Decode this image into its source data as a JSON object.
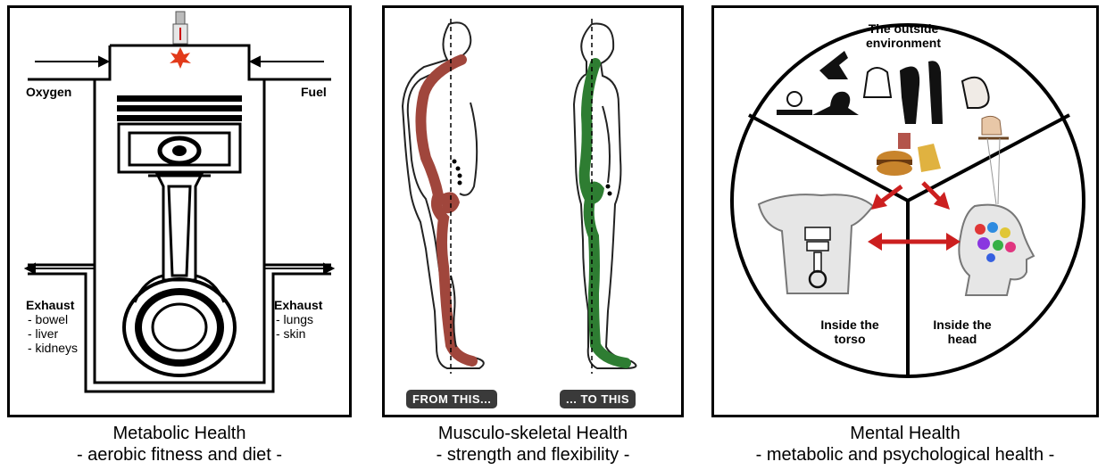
{
  "panels": [
    {
      "labels": {
        "oxygen": "Oxygen",
        "fuel": "Fuel",
        "exhaust_left": "Exhaust",
        "exhaust_left_items": [
          "- bowel",
          "- liver",
          "- kidneys"
        ],
        "exhaust_right": "Exhaust",
        "exhaust_right_items": [
          "- lungs",
          "- skin"
        ]
      },
      "caption": [
        "Metabolic Health",
        "- aerobic fitness and diet -"
      ]
    },
    {
      "labels": {
        "from": "FROM THIS...",
        "to": "... TO THIS"
      },
      "caption": [
        "Musculo-skeletal Health",
        "- strength and flexibility -"
      ]
    },
    {
      "labels": {
        "outside_1": "The outside",
        "outside_2": "environment",
        "torso_1": "Inside the",
        "torso_2": "torso",
        "head_1": "Inside the",
        "head_2": "head"
      },
      "caption": [
        "Mental Health",
        "- metabolic and psychological health -"
      ]
    }
  ],
  "colors": {
    "bad_spine": "#a0463c",
    "good_spine": "#2e7d32",
    "arrow": "#cc1f1f"
  }
}
